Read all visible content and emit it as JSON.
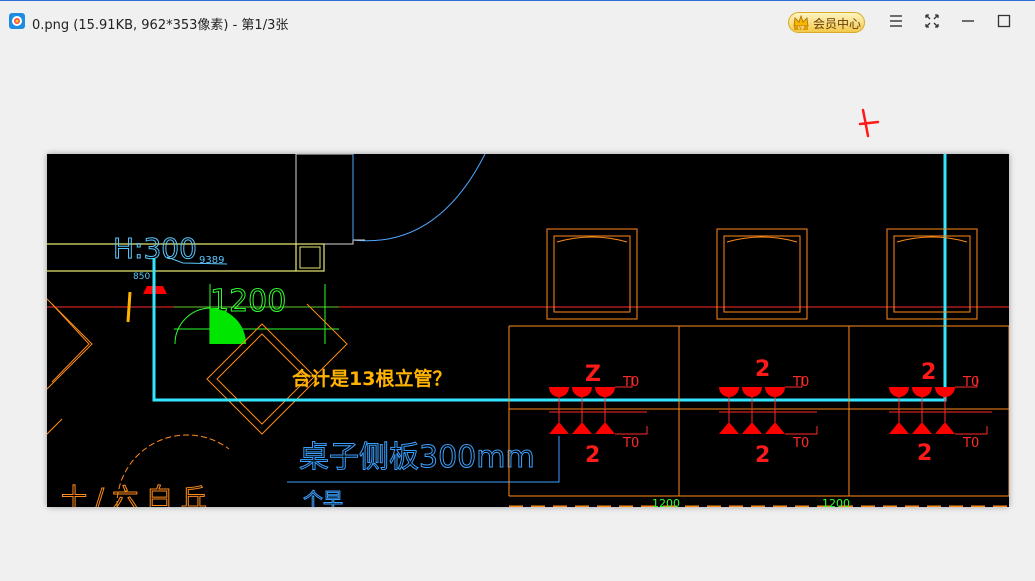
{
  "window": {
    "title": "0.png (15.91KB, 962*353像素) - 第1/3张",
    "vip_label": "会员中心",
    "vip_badge": "VIP"
  },
  "controls": {
    "menu": "menu-icon",
    "fullscreen": "fullscreen-icon",
    "minimize": "minimize-icon",
    "maximize": "maximize-icon"
  },
  "drawing": {
    "height_label": "H:300",
    "dim_9389": "9389",
    "dim_1200": "1200",
    "small_label": "850",
    "question": "合计是13根立管？",
    "desk_note": "桌子侧板300mm",
    "partial_text": "个早",
    "left_partial_text": "十 / 六 白 丘",
    "mark_z": "Z",
    "mark_2": "2",
    "t0": "T0",
    "bottom_dim": "1200",
    "colors": {
      "cyan": "#33e6ff",
      "red": "#ff0000",
      "yellow": "#ffff66",
      "orange": "#ff8c1a",
      "green": "#00ff00",
      "question": "#ffb300",
      "blue_note": "#3aa0ff"
    }
  }
}
